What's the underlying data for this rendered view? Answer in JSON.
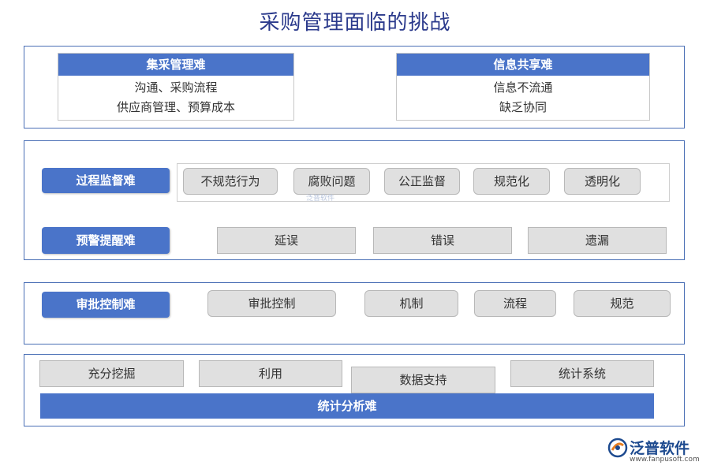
{
  "title": "采购管理面临的挑战",
  "section1": {
    "card_left": {
      "header": "集采管理难",
      "lines": [
        "沟通、采购流程",
        "供应商管理、预算成本"
      ]
    },
    "card_right": {
      "header": "信息共享难",
      "lines": [
        "信息不流通",
        "缺乏协同"
      ]
    }
  },
  "section2": {
    "label1": "过程监督难",
    "items1": [
      "不规范行为",
      "腐败问题",
      "公正监督",
      "规范化",
      "透明化"
    ],
    "label2": "预警提醒难",
    "items2": [
      "延误",
      "错误",
      "遗漏"
    ]
  },
  "section3": {
    "label": "审批控制难",
    "items": [
      "审批控制",
      "机制",
      "流程",
      "规范"
    ]
  },
  "section4": {
    "items": [
      "充分挖掘",
      "利用",
      "数据支持",
      "统计系统"
    ],
    "bar": "统计分析难"
  },
  "watermark": "泛普软件",
  "logo": {
    "text": "泛普软件",
    "url": "www.fanpusoft.com"
  },
  "colors": {
    "accent": "#4a74c9",
    "title": "#2b3a8c",
    "border": "#4a6fb5",
    "gray": "#e0e0e0"
  }
}
